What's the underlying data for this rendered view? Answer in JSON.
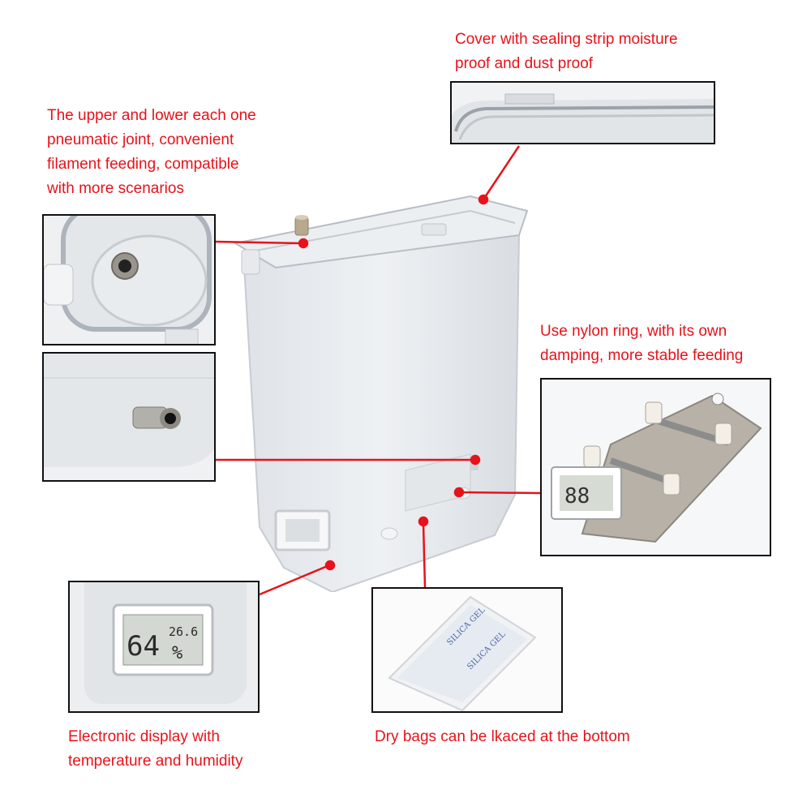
{
  "captions": {
    "cover": [
      "Cover with sealing strip moisture",
      "proof and dust proof"
    ],
    "pneumatic": [
      "The upper and lower each one",
      "pneumatic joint, convenient",
      "filament feeding, compatible",
      "with more scenarios"
    ],
    "nylon": [
      "Use nylon ring, with its own",
      "damping, more stable feeding"
    ],
    "display": [
      "Electronic display with",
      "temperature and humidity"
    ],
    "drybag": [
      "Dry bags can be lkaced at the bottom"
    ]
  },
  "hygrometer": {
    "humidity": "64",
    "temperature": "26.6",
    "unit": "%",
    "display_small": "88"
  },
  "silica_label": "SILICA GEL",
  "colors": {
    "caption": "#e8121a",
    "leader": "#e8121a",
    "frame": "#111111",
    "box": "#e6e9ec"
  }
}
